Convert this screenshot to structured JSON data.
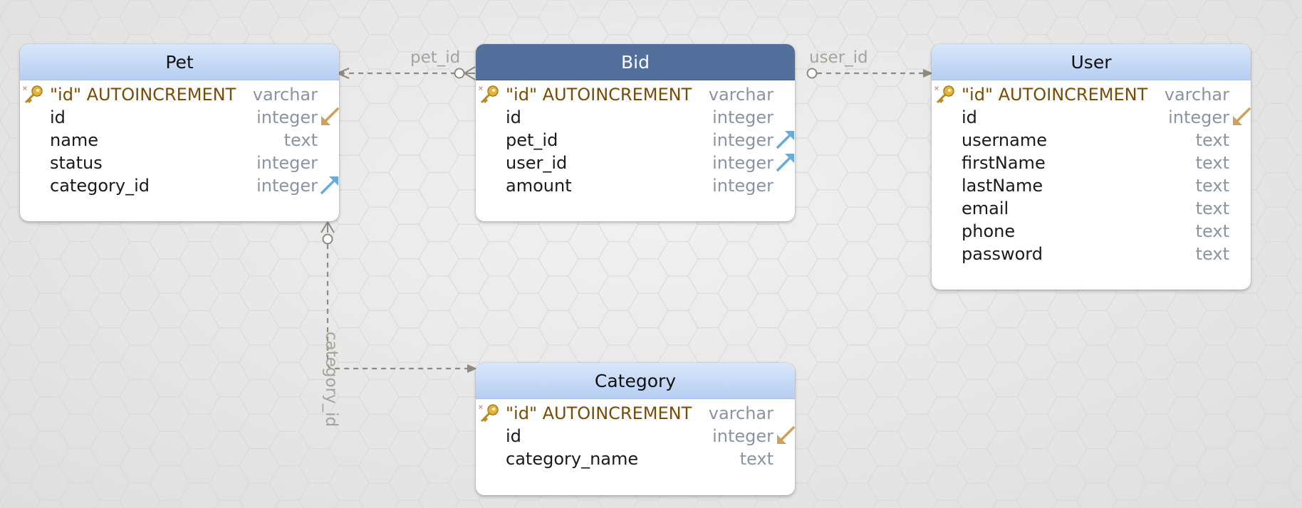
{
  "tables": {
    "pet": {
      "title": "Pet",
      "columns": [
        {
          "name": "\"id\" AUTOINCREMENT",
          "type": "varchar",
          "marker": "primary-key"
        },
        {
          "name": "id",
          "type": "integer",
          "marker": "referenced"
        },
        {
          "name": "name",
          "type": "text",
          "marker": "none"
        },
        {
          "name": "status",
          "type": "integer",
          "marker": "none"
        },
        {
          "name": "category_id",
          "type": "integer",
          "marker": "foreign-key"
        }
      ]
    },
    "bid": {
      "title": "Bid",
      "selected": true,
      "columns": [
        {
          "name": "\"id\" AUTOINCREMENT",
          "type": "varchar",
          "marker": "primary-key"
        },
        {
          "name": "id",
          "type": "integer",
          "marker": "none"
        },
        {
          "name": "pet_id",
          "type": "integer",
          "marker": "foreign-key"
        },
        {
          "name": "user_id",
          "type": "integer",
          "marker": "foreign-key"
        },
        {
          "name": "amount",
          "type": "integer",
          "marker": "none"
        }
      ]
    },
    "user": {
      "title": "User",
      "columns": [
        {
          "name": "\"id\" AUTOINCREMENT",
          "type": "varchar",
          "marker": "primary-key"
        },
        {
          "name": "id",
          "type": "integer",
          "marker": "referenced"
        },
        {
          "name": "username",
          "type": "text",
          "marker": "none"
        },
        {
          "name": "firstName",
          "type": "text",
          "marker": "none"
        },
        {
          "name": "lastName",
          "type": "text",
          "marker": "none"
        },
        {
          "name": "email",
          "type": "text",
          "marker": "none"
        },
        {
          "name": "phone",
          "type": "text",
          "marker": "none"
        },
        {
          "name": "password",
          "type": "text",
          "marker": "none"
        }
      ]
    },
    "category": {
      "title": "Category",
      "columns": [
        {
          "name": "\"id\" AUTOINCREMENT",
          "type": "varchar",
          "marker": "primary-key"
        },
        {
          "name": "id",
          "type": "integer",
          "marker": "referenced"
        },
        {
          "name": "category_name",
          "type": "text",
          "marker": "none"
        }
      ]
    }
  },
  "relations": [
    {
      "label": "pet_id",
      "from": "Bid",
      "to": "Pet"
    },
    {
      "label": "user_id",
      "from": "Bid",
      "to": "User"
    },
    {
      "label": "category_id",
      "from": "Pet",
      "to": "Category"
    }
  ],
  "colors": {
    "header_gradient_top": "#d9e7fb",
    "header_gradient_bottom": "#b6cdf2",
    "selected_header": "#536f9c",
    "primary_key_text": "#7a4b06",
    "type_text": "#8c93a3",
    "relation_line": "#8f8a80",
    "relation_label": "#a7a39a",
    "fk_arrow": "#6aaad8",
    "ref_arrow": "#c9a35a",
    "key_gold": "#e2b33a"
  }
}
